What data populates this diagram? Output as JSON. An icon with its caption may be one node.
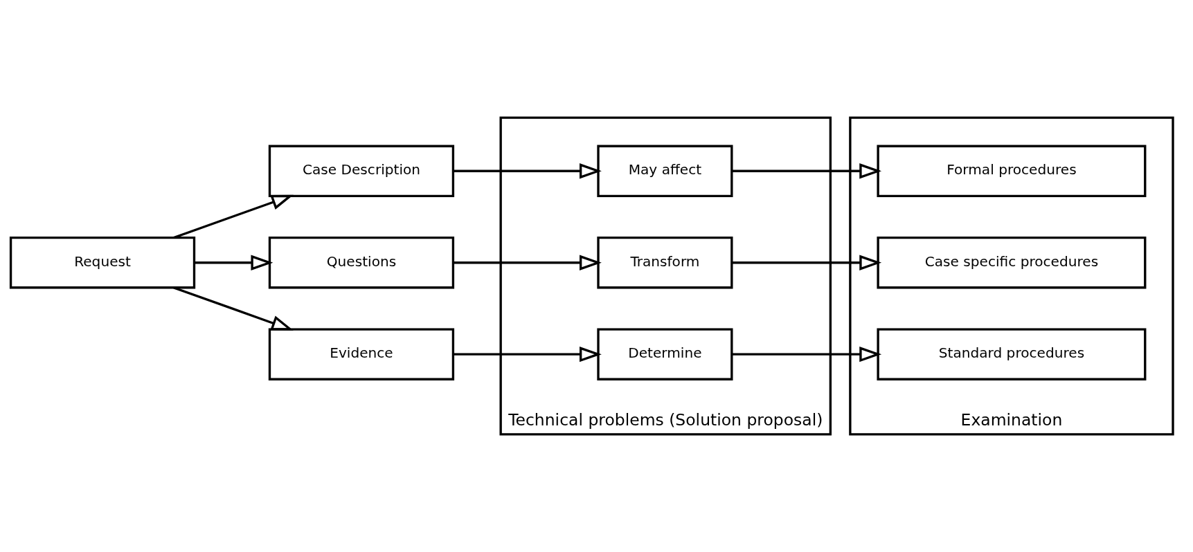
{
  "diagram": {
    "nodes": [
      {
        "text": [
          "Request"
        ]
      },
      {
        "text": [
          "Case Description"
        ]
      },
      {
        "text": [
          "Questions"
        ]
      },
      {
        "text": [
          "Evidence"
        ]
      },
      {
        "text": [
          "Technical problems (Solution proposal)"
        ]
      },
      {
        "text": [
          "Determine"
        ],
        "in": 4
      },
      {
        "text": [
          "Transform"
        ],
        "in": 4
      },
      {
        "text": [
          "May affect"
        ],
        "in": 4
      },
      {
        "text": [
          "Examination"
        ]
      },
      {
        "text": [
          "Standard procedures"
        ],
        "in": 8
      },
      {
        "text": [
          "Case specific procedures"
        ],
        "in": 8
      },
      {
        "text": [
          "Formal procedures"
        ],
        "in": 8
      }
    ],
    "edges": [
      {
        "from": 0,
        "to": 1,
        "arrow": "to"
      },
      {
        "from": 0,
        "to": 2,
        "arrow": "to"
      },
      {
        "from": 0,
        "to": 3,
        "arrow": "to"
      },
      {
        "from": 3,
        "to": 5,
        "arrow": "to"
      },
      {
        "from": 2,
        "to": 6,
        "arrow": "to"
      },
      {
        "from": 1,
        "to": 7,
        "arrow": "to"
      },
      {
        "from": 5,
        "to": 9,
        "arrow": "to"
      },
      {
        "from": 6,
        "to": 10,
        "arrow": "to"
      },
      {
        "from": 7,
        "to": 11,
        "arrow": "to"
      }
    ]
  }
}
